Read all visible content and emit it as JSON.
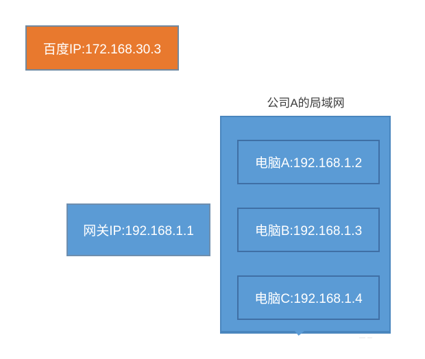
{
  "diagram": {
    "background_color": "#ffffff",
    "internet_host": {
      "label": "百度IP:172.168.30.3",
      "fill_color": "#E8792E",
      "border_color": "#7089A0",
      "text_color": "#ffffff"
    },
    "gateway": {
      "label": "网关IP:192.168.1.1",
      "fill_color": "#5B9BD5",
      "border_color": "#6E8EAE",
      "text_color": "#ffffff"
    },
    "lan": {
      "title": "公司A的局域网",
      "title_color": "#3C3C3C",
      "fill_color": "#5B9BD5",
      "border_color": "#4A86BE",
      "computers": [
        {
          "label": "电脑A:192.168.1.2",
          "fill_color": "#5B9BD5",
          "border_color": "#3F6FA5"
        },
        {
          "label": "电脑B:192.168.1.3",
          "fill_color": "#5B9BD5",
          "border_color": "#3F6FA5"
        },
        {
          "label": "电脑C:192.168.1.4",
          "fill_color": "#5B9BD5",
          "border_color": "#3F6FA5"
        }
      ]
    }
  }
}
